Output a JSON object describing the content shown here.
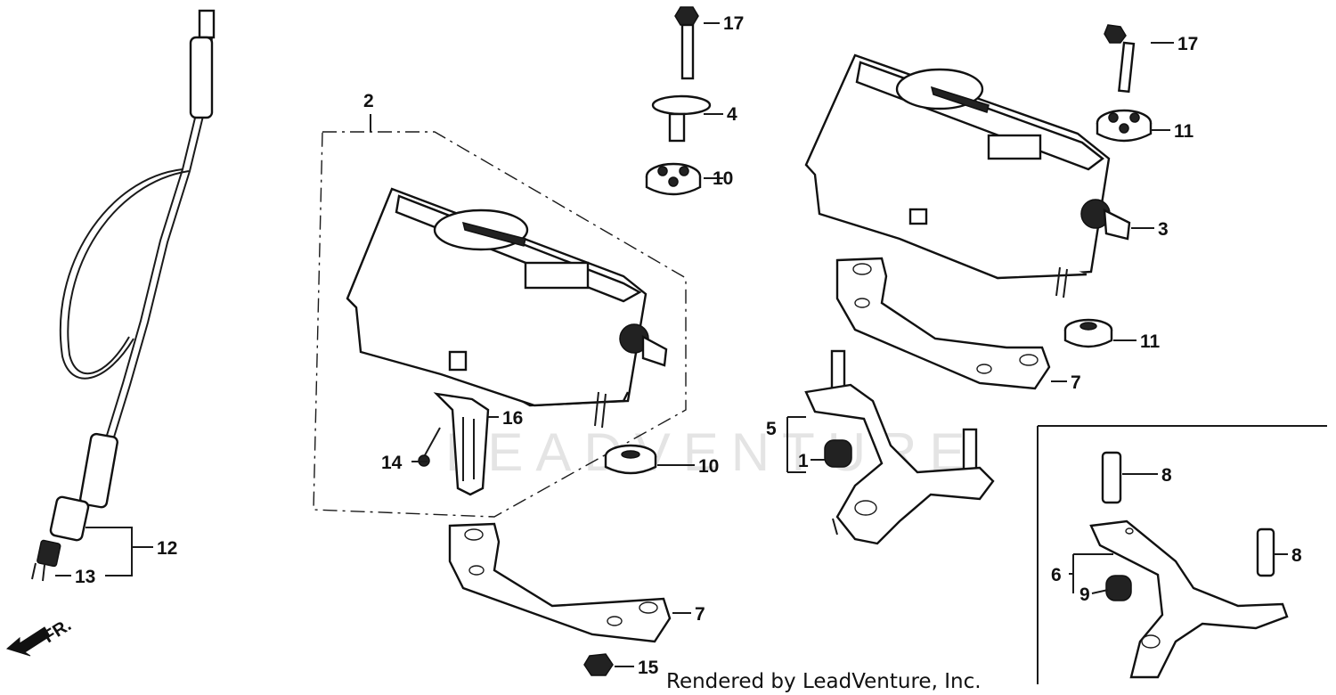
{
  "callouts": {
    "c1": "1",
    "c2": "2",
    "c3": "3",
    "c4": "4",
    "c5": "5",
    "c6": "6",
    "c7a": "7",
    "c7b": "7",
    "c8a": "8",
    "c8b": "8",
    "c9": "9",
    "c10a": "10",
    "c10b": "10",
    "c11a": "11",
    "c11b": "11",
    "c12": "12",
    "c13": "13",
    "c14": "14",
    "c15": "15",
    "c16": "16",
    "c17a": "17",
    "c17b": "17"
  },
  "direction_label": "FR.",
  "credit": "Rendered by LeadVenture, Inc.",
  "watermark": "LEADVENTURE"
}
